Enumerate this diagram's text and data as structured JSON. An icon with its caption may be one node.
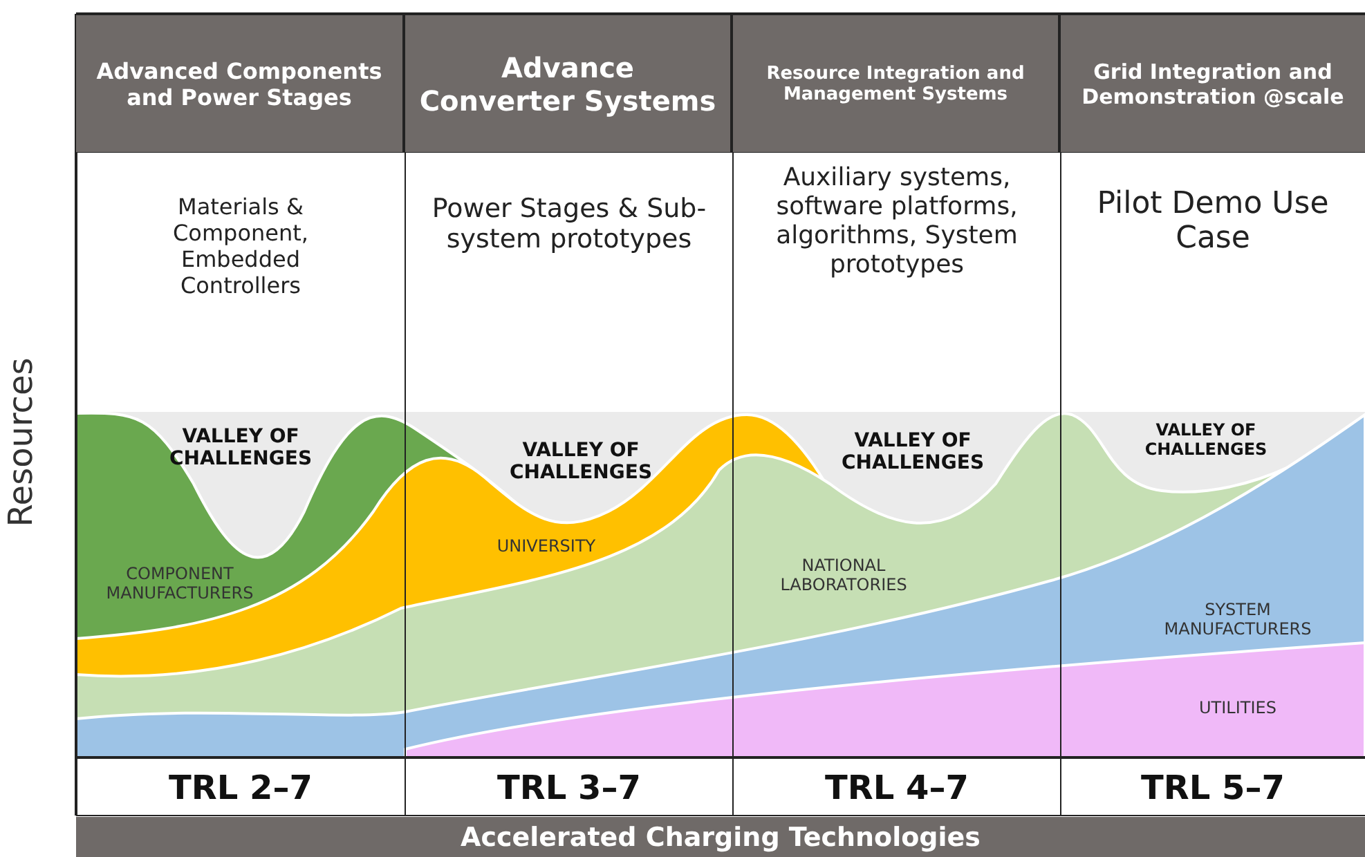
{
  "diagram": {
    "labels": [
      "Resources",
      "Advanced Components and Power Stages",
      "Advance Converter Systems",
      "Resource Integration and Management Systems",
      "Grid Integration and Demonstration @scale",
      "Materials & Component, Embedded Controllers",
      "Power Stages & Sub-system prototypes",
      "Auxiliary systems, software platforms, algorithms, System prototypes",
      "Pilot Demo Use Case",
      "VALLEY OF CHALLENGES",
      "VALLEY OF CHALLENGES",
      "VALLEY OF CHALLENGES",
      "VALLEY OF CHALLENGES",
      "COMPONENT MANUFACTURERS",
      "UNIVERSITY",
      "NATIONAL LABORATORIES",
      "SYSTEM MANUFACTURERS",
      "UTILITIES",
      "TRL 2–7",
      "TRL 3–7",
      "TRL 4–7",
      "TRL 5–7",
      "Accelerated Charging Technologies"
    ]
  }
}
